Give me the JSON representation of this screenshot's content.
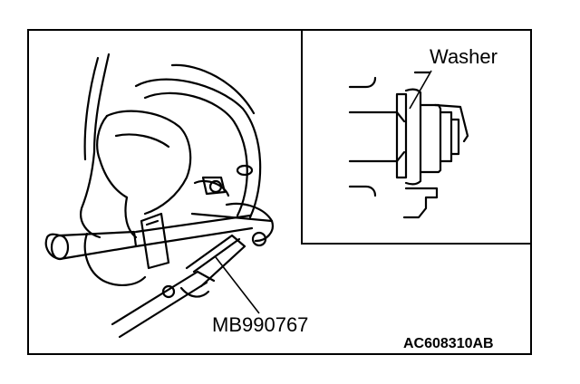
{
  "labels": {
    "washer": "Washer",
    "tool": "MB990767",
    "figure_code": "AC608310AB"
  }
}
